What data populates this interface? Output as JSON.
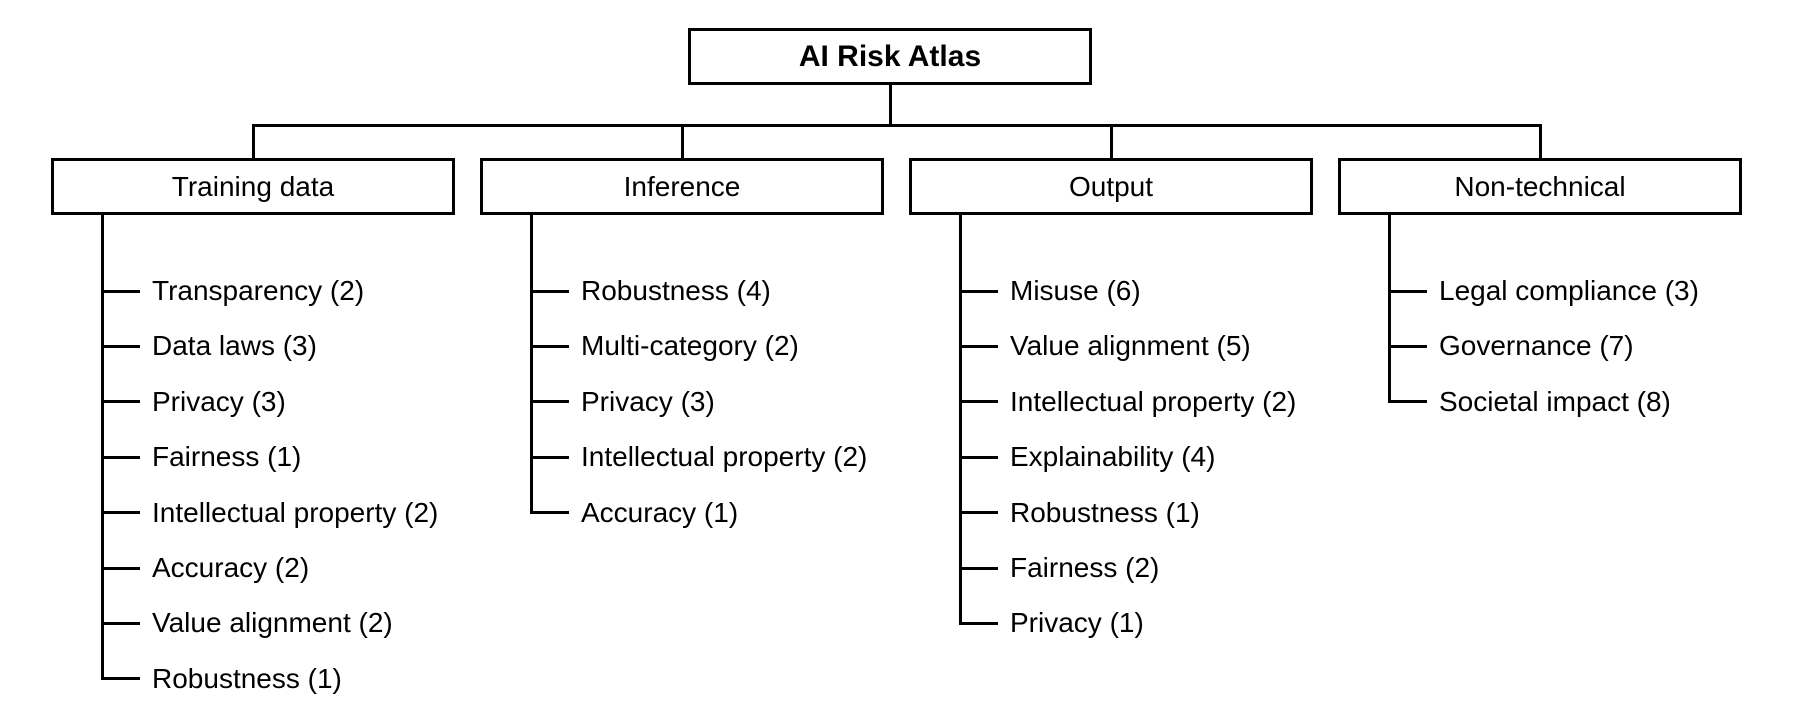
{
  "root": {
    "label": "AI Risk Atlas"
  },
  "branches": [
    {
      "label": "Training data",
      "items": [
        {
          "name": "Transparency",
          "count": 2,
          "label": "Transparency (2)"
        },
        {
          "name": "Data laws",
          "count": 3,
          "label": "Data laws (3)"
        },
        {
          "name": "Privacy",
          "count": 3,
          "label": "Privacy (3)"
        },
        {
          "name": "Fairness",
          "count": 1,
          "label": "Fairness (1)"
        },
        {
          "name": "Intellectual property",
          "count": 2,
          "label": "Intellectual property (2)"
        },
        {
          "name": "Accuracy",
          "count": 2,
          "label": "Accuracy (2)"
        },
        {
          "name": "Value alignment",
          "count": 2,
          "label": "Value alignment (2)"
        },
        {
          "name": "Robustness",
          "count": 1,
          "label": "Robustness (1)"
        }
      ]
    },
    {
      "label": "Inference",
      "items": [
        {
          "name": "Robustness",
          "count": 4,
          "label": "Robustness (4)"
        },
        {
          "name": "Multi-category",
          "count": 2,
          "label": "Multi-category (2)"
        },
        {
          "name": "Privacy",
          "count": 3,
          "label": "Privacy (3)"
        },
        {
          "name": "Intellectual property",
          "count": 2,
          "label": "Intellectual property (2)"
        },
        {
          "name": "Accuracy",
          "count": 1,
          "label": "Accuracy (1)"
        }
      ]
    },
    {
      "label": "Output",
      "items": [
        {
          "name": "Misuse",
          "count": 6,
          "label": "Misuse (6)"
        },
        {
          "name": "Value alignment",
          "count": 5,
          "label": "Value alignment (5)"
        },
        {
          "name": "Intellectual property",
          "count": 2,
          "label": "Intellectual property (2)"
        },
        {
          "name": "Explainability",
          "count": 4,
          "label": "Explainability (4)"
        },
        {
          "name": "Robustness",
          "count": 1,
          "label": "Robustness (1)"
        },
        {
          "name": "Fairness",
          "count": 2,
          "label": "Fairness (2)"
        },
        {
          "name": "Privacy",
          "count": 1,
          "label": "Privacy (1)"
        }
      ]
    },
    {
      "label": "Non-technical",
      "items": [
        {
          "name": "Legal compliance",
          "count": 3,
          "label": "Legal compliance (3)"
        },
        {
          "name": "Governance",
          "count": 7,
          "label": "Governance (7)"
        },
        {
          "name": "Societal impact",
          "count": 8,
          "label": "Societal impact (8)"
        }
      ]
    }
  ],
  "colors": {
    "line": "#000000",
    "text": "#000000",
    "background": "#ffffff"
  }
}
